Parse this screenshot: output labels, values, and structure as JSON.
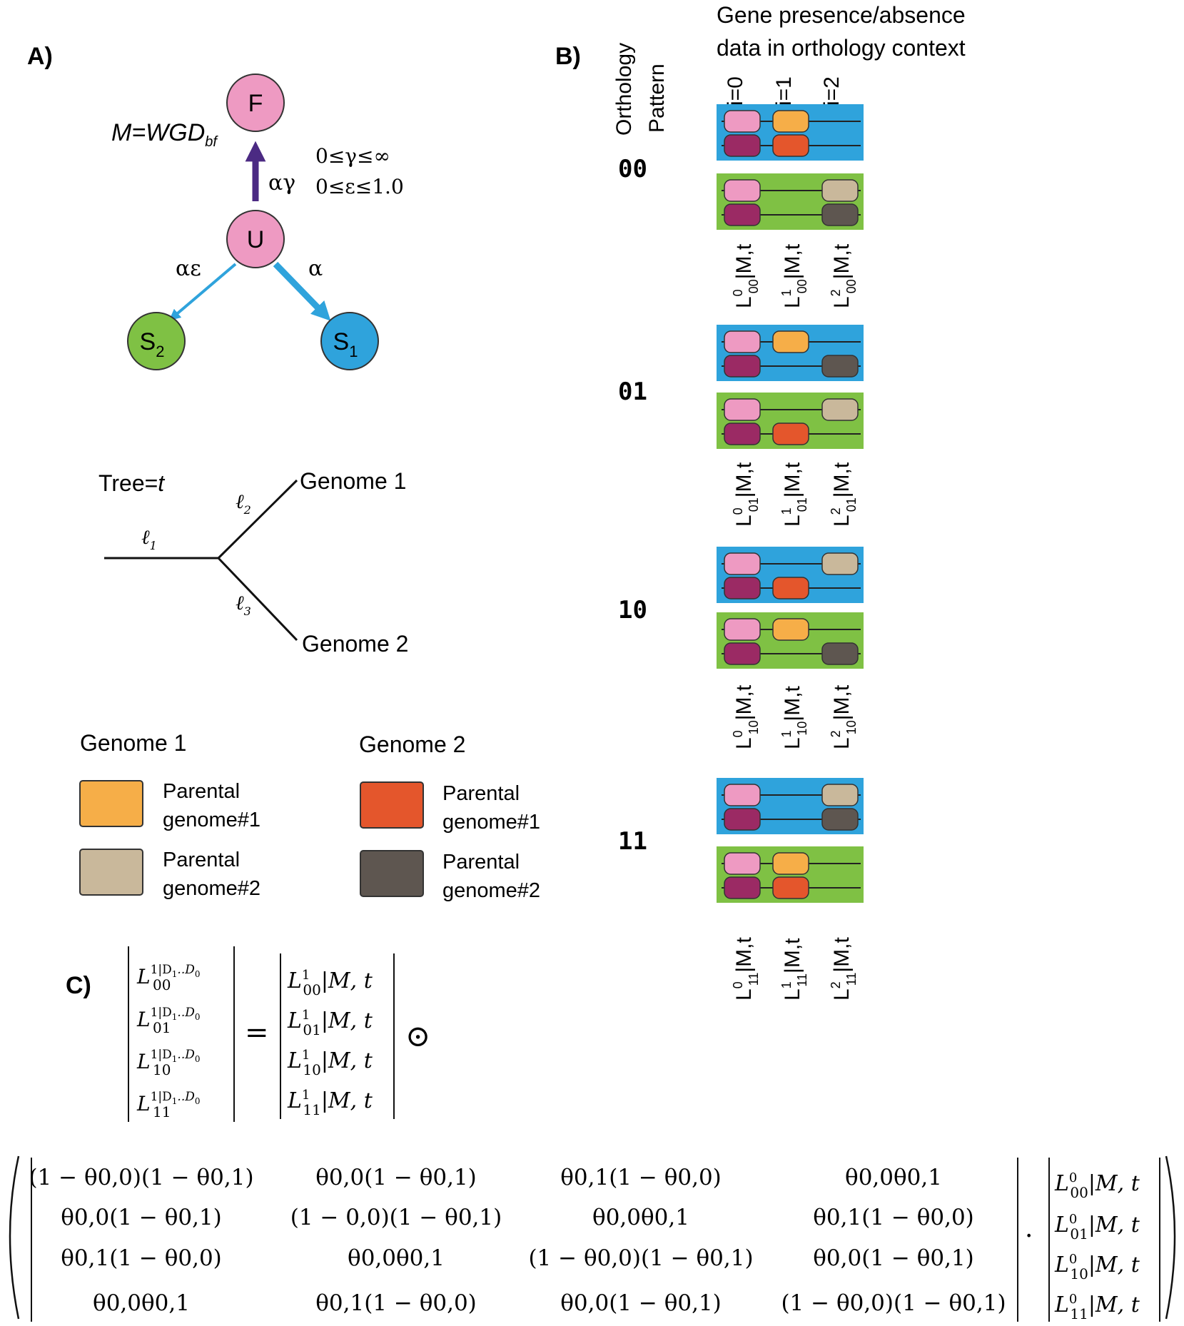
{
  "panel_a": {
    "label": "A)",
    "nodes": {
      "F": "F",
      "U": "U",
      "S2": "S",
      "S2_sub": "2",
      "S1": "S",
      "S1_sub": "1"
    },
    "model_prefix": "M=WGD",
    "model_sub": "bf",
    "edge_up": "αγ",
    "edge_left": "αε",
    "edge_right": "α",
    "constraint_gamma": "0≤γ≤∞",
    "constraint_eps": "0≤ε≤1.0",
    "tree_prefix": "Tree=",
    "tree_var": "t",
    "branch1": "ℓ",
    "branch1_sub": "1",
    "branch2": "ℓ",
    "branch2_sub": "2",
    "branch3": "ℓ",
    "branch3_sub": "3",
    "genome1": "Genome 1",
    "genome2": "Genome 2"
  },
  "legend": {
    "genome1_title": "Genome 1",
    "genome2_title": "Genome 2",
    "items": [
      {
        "line1": "Parental",
        "line2": "genome#1",
        "color": "#f6ae48"
      },
      {
        "line1": "Parental",
        "line2": "genome#2",
        "color": "#c9b89b"
      },
      {
        "line1": "Parental",
        "line2": "genome#1",
        "color": "#e4562c"
      },
      {
        "line1": "Parental",
        "line2": "genome#2",
        "color": "#5e5650"
      }
    ]
  },
  "panel_b": {
    "label": "B)",
    "pattern_header_line1": "Orthology",
    "pattern_header_line2": "Pattern",
    "title_line1": "Gene presence/absence",
    "title_line2": "data in orthology context",
    "col_headers": [
      "i=0",
      "i=1",
      "i=2"
    ],
    "patterns": [
      {
        "label": "00",
        "L_labels": [
          {
            "main": "L",
            "sup": "0",
            "sub": "00",
            "rest": "|M,t"
          },
          {
            "main": "L",
            "sup": "1",
            "sub": "00",
            "rest": "|M,t"
          },
          {
            "main": "L",
            "sup": "2",
            "sub": "00",
            "rest": "|M,t"
          }
        ]
      },
      {
        "label": "01",
        "L_labels": [
          {
            "main": "L",
            "sup": "0",
            "sub": "01",
            "rest": "|M,t"
          },
          {
            "main": "L",
            "sup": "1",
            "sub": "01",
            "rest": "|M,t"
          },
          {
            "main": "L",
            "sup": "2",
            "sub": "01",
            "rest": "|M,t"
          }
        ]
      },
      {
        "label": "10",
        "L_labels": [
          {
            "main": "L",
            "sup": "0",
            "sub": "10",
            "rest": "|M,t"
          },
          {
            "main": "L",
            "sup": "1",
            "sub": "10",
            "rest": "|M,t"
          },
          {
            "main": "L",
            "sup": "2",
            "sub": "10",
            "rest": "|M,t"
          }
        ]
      },
      {
        "label": "11",
        "L_labels": [
          {
            "main": "L",
            "sup": "0",
            "sub": "11",
            "rest": "|M,t"
          },
          {
            "main": "L",
            "sup": "1",
            "sub": "11",
            "rest": "|M,t"
          },
          {
            "main": "L",
            "sup": "2",
            "sub": "11",
            "rest": "|M,t"
          }
        ]
      }
    ],
    "colors": {
      "genome1_bg": "#2fa3dc",
      "genome2_bg": "#7fc144",
      "pink": "#ee9ac2",
      "purple": "#9b2a64",
      "orange": "#f6ae48",
      "red": "#e4562c",
      "tan": "#c9b89b",
      "dark": "#5e5650"
    }
  },
  "panel_c": {
    "label": "C)",
    "lhs_entries": [
      {
        "base": "L",
        "sub": "00",
        "sup": "1|D",
        "sup_sub1": "1",
        "sup_mid": "..D",
        "sup_sub2": "0"
      },
      {
        "base": "L",
        "sub": "01",
        "sup": "1|D",
        "sup_sub1": "1",
        "sup_mid": "..D",
        "sup_sub2": "0"
      },
      {
        "base": "L",
        "sub": "10",
        "sup": "1|D",
        "sup_sub1": "1",
        "sup_mid": "..D",
        "sup_sub2": "0"
      },
      {
        "base": "L",
        "sub": "11",
        "sup": "1|D",
        "sup_sub1": "1",
        "sup_mid": "..D",
        "sup_sub2": "0"
      }
    ],
    "equals": "=",
    "rhs1_entries": [
      {
        "base": "L",
        "sup": "1",
        "sub": "00",
        "rest": "|M, t"
      },
      {
        "base": "L",
        "sup": "1",
        "sub": "01",
        "rest": "|M, t"
      },
      {
        "base": "L",
        "sup": "1",
        "sub": "10",
        "rest": "|M, t"
      },
      {
        "base": "L",
        "sup": "1",
        "sub": "11",
        "rest": "|M, t"
      }
    ],
    "odot": "⊙",
    "dot": "·",
    "rhs2_entries": [
      {
        "base": "L",
        "sup": "0",
        "sub": "00",
        "rest": "|M, t"
      },
      {
        "base": "L",
        "sup": "0",
        "sub": "01",
        "rest": "|M, t"
      },
      {
        "base": "L",
        "sup": "0",
        "sub": "10",
        "rest": "|M, t"
      },
      {
        "base": "L",
        "sup": "0",
        "sub": "11",
        "rest": "|M, t"
      }
    ],
    "matrix_cells": [
      [
        "(1 − θ0,0)(1 − θ0,1)",
        "θ0,0(1 − θ0,1)",
        "θ0,1(1 − θ0,0)",
        "θ0,0θ0,1"
      ],
      [
        "θ0,0(1 − θ0,1)",
        "(1 −   0,0)(1 − θ0,1)",
        "θ0,0θ0,1",
        "θ0,1(1 − θ0,0)"
      ],
      [
        "θ0,1(1 − θ0,0)",
        "θ0,0θ0,1",
        "(1 − θ0,0)(1 − θ0,1)",
        "θ0,0(1 − θ0,1)"
      ],
      [
        "θ0,0θ0,1",
        "θ0,1(1 − θ0,0)",
        "θ0,0(1 − θ0,1)",
        "(1 − θ0,0)(1 − θ0,1)"
      ]
    ]
  }
}
